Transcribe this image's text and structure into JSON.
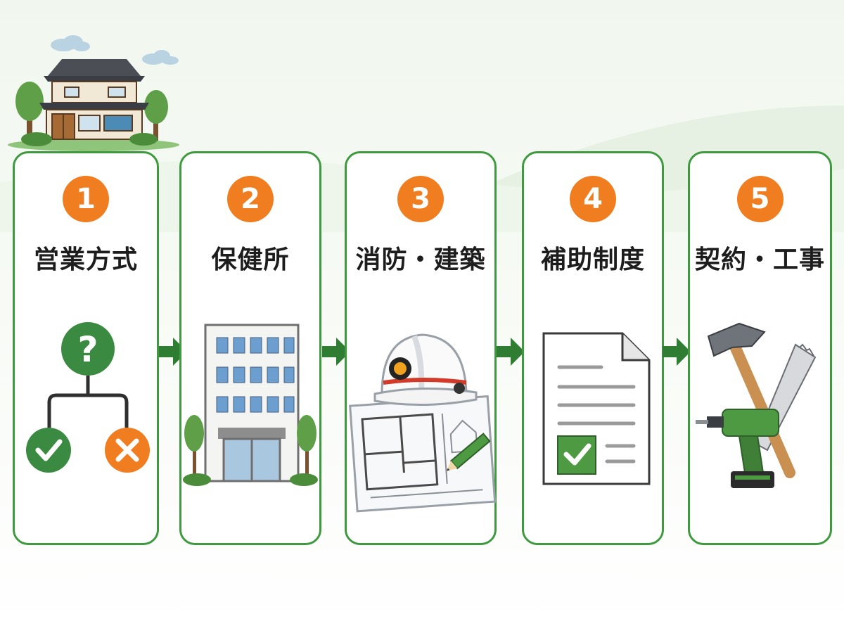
{
  "colors": {
    "accent_green": "#3f9a3f",
    "dark_green": "#2e7d32",
    "step_number_orange": "#f07d1f",
    "title_text": "#1d1d1d"
  },
  "steps": [
    {
      "number": "1",
      "title": "営業方式",
      "icon": "decision-flow-icon"
    },
    {
      "number": "2",
      "title": "保健所",
      "icon": "office-building-icon"
    },
    {
      "number": "3",
      "title": "消防・建築",
      "icon": "hard-hat-blueprint-icon"
    },
    {
      "number": "4",
      "title": "補助制度",
      "icon": "checked-document-icon"
    },
    {
      "number": "5",
      "title": "契約・工事",
      "icon": "construction-tools-icon"
    }
  ],
  "connector_icon": "right-arrow-icon",
  "header_icon": "japanese-house-icon"
}
